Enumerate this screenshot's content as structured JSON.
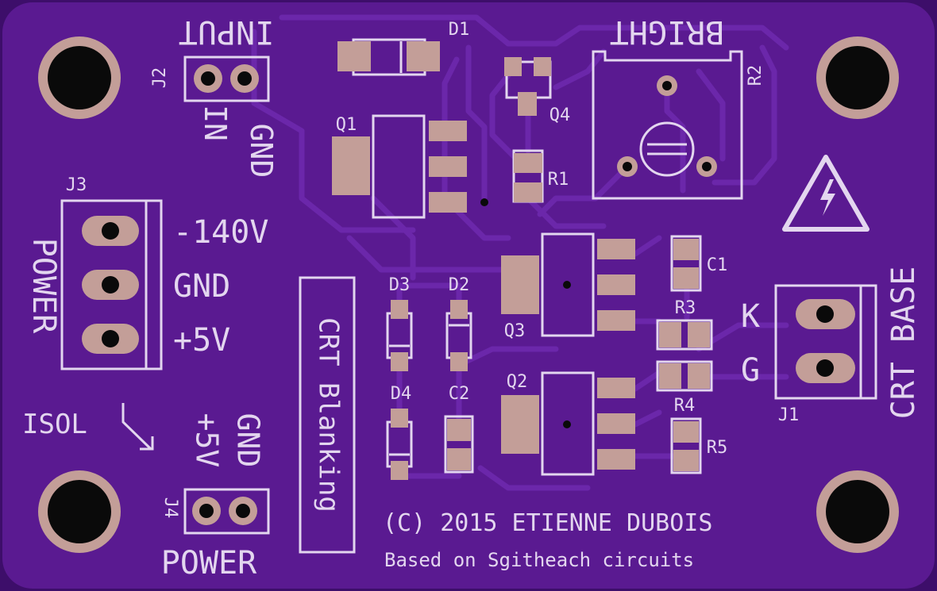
{
  "colors": {
    "board": "#5a1a91",
    "board_edge": "#3d0e6a",
    "silkscreen": "#e3d6ef",
    "copper_pad": "#c39e98",
    "trace": "#6b27aa",
    "drill": "#0a0a0a"
  },
  "labels": {
    "input": "INPUT",
    "j2": "J2",
    "in": "IN",
    "gnd_j2": "GND",
    "d1": "D1",
    "bright": "BRIGHT",
    "r2": "R2",
    "q4": "Q4",
    "q1": "Q1",
    "r1": "R1",
    "j3": "J3",
    "power_vertical": "POWER",
    "v_neg140": "-140V",
    "gnd_j3": "GND",
    "v_pos5": "+5V",
    "crt_blanking": "CRT Blanking",
    "d3": "D3",
    "d2": "D2",
    "d4": "D4",
    "c2": "C2",
    "q3": "Q3",
    "q2": "Q2",
    "c1": "C1",
    "r3": "R3",
    "r4": "R4",
    "r5": "R5",
    "k": "K",
    "g": "G",
    "j1": "J1",
    "crt_base": "CRT BASE",
    "isol": "ISOL",
    "j4_plus5v": "+5V",
    "j4_gnd": "GND",
    "j4": "J4",
    "power_bottom": "POWER",
    "copyright": "(C) 2015 ETIENNE DUBOIS",
    "based_on": "Based on Sgitheach circuits"
  },
  "icons": {
    "warning": "high-voltage-warning-icon"
  }
}
